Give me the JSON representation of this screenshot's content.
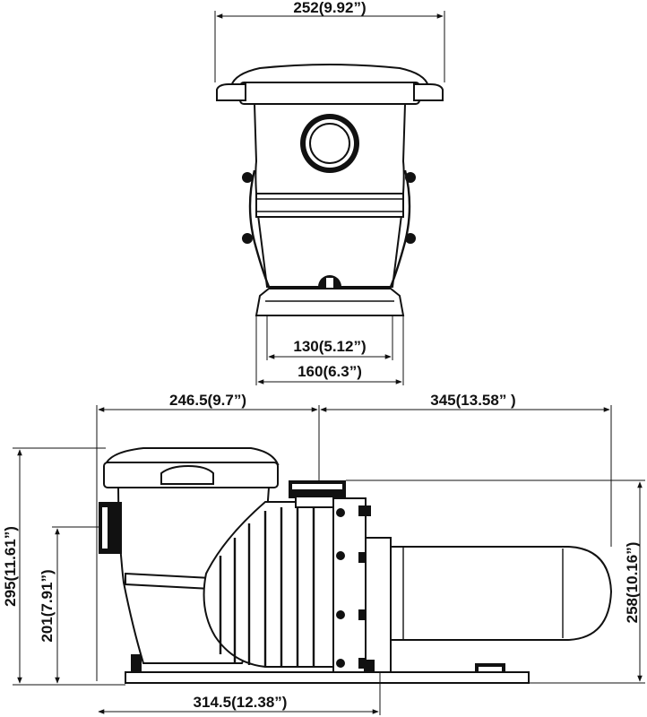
{
  "figure": {
    "type": "technical-dimension-drawing",
    "views": [
      "front-view",
      "side-view"
    ]
  },
  "dimensions": {
    "top_width": "252(9.92”)",
    "base_inner_width": "130(5.12”)",
    "base_outer_width": "160(6.3”)",
    "front_to_outlet": "246.5(9.7”)",
    "outlet_to_rear": "345(13.58” )",
    "total_height": "295(11.61”)",
    "inlet_height": "201(7.91”)",
    "motor_height": "258(10.16”)",
    "base_length": "314.5(12.38”)"
  }
}
